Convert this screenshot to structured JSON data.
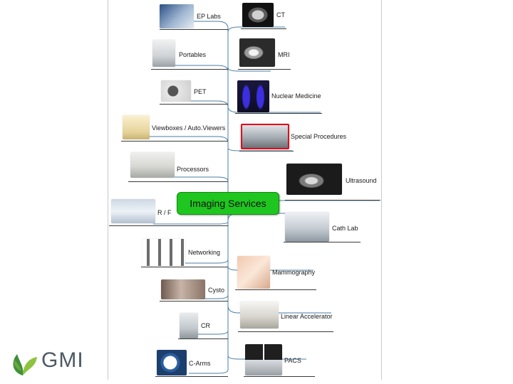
{
  "center": {
    "label": "Imaging Services"
  },
  "left_nodes": [
    {
      "id": "ep-labs",
      "label": "EP Labs",
      "icon": "ep-lab-photo"
    },
    {
      "id": "portables",
      "label": "Portables",
      "icon": "portable-xray-photo"
    },
    {
      "id": "pet",
      "label": "PET",
      "icon": "pet-scanner-photo"
    },
    {
      "id": "viewboxes",
      "label": "Viewboxes / Auto.Viewers",
      "icon": "viewbox-photo"
    },
    {
      "id": "processors",
      "label": "Processors",
      "icon": "film-processor-photo"
    },
    {
      "id": "rf",
      "label": "R / F",
      "icon": "fluoroscopy-table-photo"
    },
    {
      "id": "networking",
      "label": "Networking",
      "icon": "network-equipment-photo"
    },
    {
      "id": "cysto",
      "label": "Cysto",
      "icon": "cystoscopy-room-photo"
    },
    {
      "id": "cr",
      "label": "CR",
      "icon": "cr-reader-photo"
    },
    {
      "id": "c-arms",
      "label": "C-Arms",
      "icon": "c-arm-photo"
    }
  ],
  "right_nodes": [
    {
      "id": "ct",
      "label": "CT",
      "icon": "ct-scan-photo"
    },
    {
      "id": "mri",
      "label": "MRI",
      "icon": "mri-scan-photo"
    },
    {
      "id": "nuclear-medicine",
      "label": "Nuclear Medicine",
      "icon": "nuclear-medicine-photo"
    },
    {
      "id": "special-procedures",
      "label": "Special Procedures",
      "icon": "angiography-suite-photo"
    },
    {
      "id": "ultrasound",
      "label": "Ultrasound",
      "icon": "ultrasound-image-photo"
    },
    {
      "id": "cath-lab",
      "label": "Cath Lab",
      "icon": "cath-lab-photo"
    },
    {
      "id": "mammography",
      "label": "Mammography",
      "icon": "mammography-photo"
    },
    {
      "id": "linear-accelerator",
      "label": "Linear Accelerator",
      "icon": "linear-accelerator-photo"
    },
    {
      "id": "pacs",
      "label": "PACS",
      "icon": "pacs-workstation-photo"
    }
  ],
  "logo": {
    "text": "GMI",
    "colors": {
      "leaf_dark": "#3f8f3a",
      "leaf_light": "#8cc43f",
      "text": "#4d5a63"
    }
  },
  "colors": {
    "center_fill": "#1fc61f",
    "connector": "#4a7ea6"
  }
}
